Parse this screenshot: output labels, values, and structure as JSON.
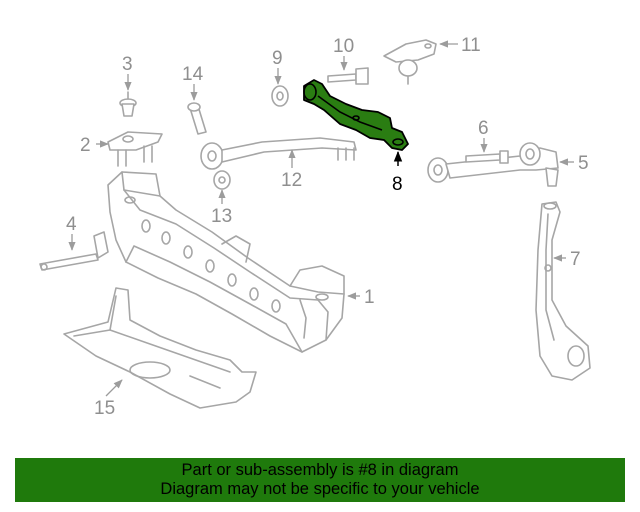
{
  "diagram": {
    "highlighted_part": "8",
    "colors": {
      "highlight": "#2a7d12",
      "banner": "#1f7a0c",
      "line": "#a6a6a6"
    },
    "callouts": [
      {
        "id": "c1",
        "text": "1"
      },
      {
        "id": "c2",
        "text": "2"
      },
      {
        "id": "c3",
        "text": "3"
      },
      {
        "id": "c4",
        "text": "4"
      },
      {
        "id": "c5",
        "text": "5"
      },
      {
        "id": "c6",
        "text": "6"
      },
      {
        "id": "c7",
        "text": "7"
      },
      {
        "id": "c8",
        "text": "8"
      },
      {
        "id": "c9",
        "text": "9"
      },
      {
        "id": "c10",
        "text": "10"
      },
      {
        "id": "c11",
        "text": "11"
      },
      {
        "id": "c12",
        "text": "12"
      },
      {
        "id": "c13",
        "text": "13"
      },
      {
        "id": "c14",
        "text": "14"
      },
      {
        "id": "c15",
        "text": "15"
      }
    ]
  },
  "banner": {
    "line1": "Part or sub-assembly is #8 in diagram",
    "line2": "Diagram may not be specific to your vehicle"
  }
}
